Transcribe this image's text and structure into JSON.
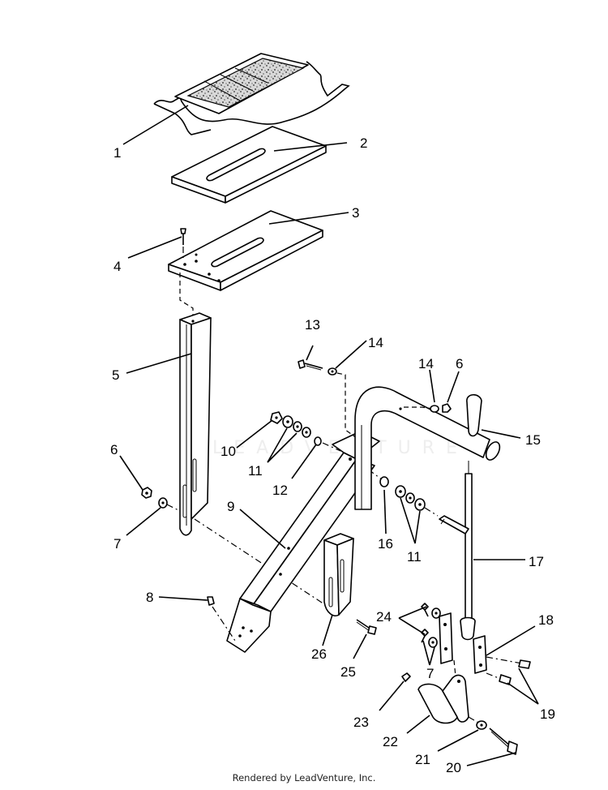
{
  "diagram": {
    "callouts": [
      "1",
      "2",
      "3",
      "4",
      "5",
      "6",
      "7",
      "8",
      "9",
      "10",
      "11",
      "12",
      "13",
      "14",
      "14",
      "6",
      "15",
      "16",
      "11",
      "17",
      "18",
      "24",
      "7",
      "19",
      "26",
      "25",
      "23",
      "22",
      "21",
      "20"
    ]
  },
  "watermark": "LEADVENTURE",
  "footer": "Rendered by LeadVenture, Inc."
}
